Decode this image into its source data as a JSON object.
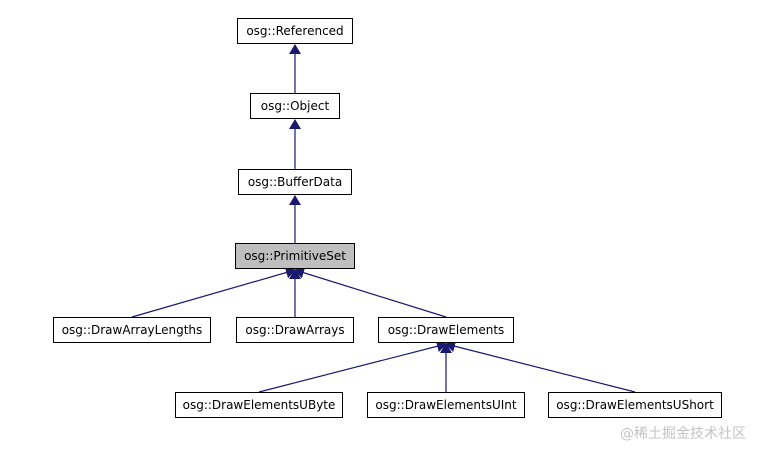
{
  "nodes": {
    "referenced": "osg::Referenced",
    "object": "osg::Object",
    "bufferdata": "osg::BufferData",
    "primitiveset": "osg::PrimitiveSet",
    "drawarraylengths": "osg::DrawArrayLengths",
    "drawarrays": "osg::DrawArrays",
    "drawelements": "osg::DrawElements",
    "drawelementsubyte": "osg::DrawElementsUByte",
    "drawelementsuint": "osg::DrawElementsUInt",
    "drawelementsushort": "osg::DrawElementsUShort"
  },
  "edges": [
    {
      "from": "object",
      "to": "referenced"
    },
    {
      "from": "bufferdata",
      "to": "object"
    },
    {
      "from": "primitiveset",
      "to": "bufferdata"
    },
    {
      "from": "drawarraylengths",
      "to": "primitiveset"
    },
    {
      "from": "drawarrays",
      "to": "primitiveset"
    },
    {
      "from": "drawelements",
      "to": "primitiveset"
    },
    {
      "from": "drawelementsubyte",
      "to": "drawelements"
    },
    {
      "from": "drawelementsuint",
      "to": "drawelements"
    },
    {
      "from": "drawelementsushort",
      "to": "drawelements"
    }
  ],
  "highlighted_node": "primitiveset",
  "colors": {
    "edge": "#191970",
    "highlight_fill": "#bfbfbf",
    "node_border": "#000000",
    "watermark": "#c4c4c4"
  },
  "watermark": "@稀土掘金技术社区"
}
